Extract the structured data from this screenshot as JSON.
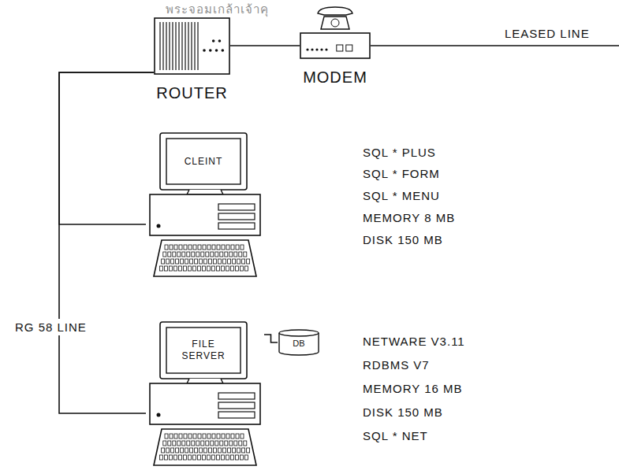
{
  "diagram": {
    "nodes": [
      {
        "text": [
          "ROUTER"
        ]
      },
      {
        "text": [
          "MODEM"
        ]
      },
      {
        "text": [
          "CLEINT"
        ]
      },
      {
        "text": [
          "FILE SERVER"
        ]
      },
      {
        "text": [
          "DB"
        ]
      }
    ],
    "edges": [
      {
        "from": 0,
        "to": 1,
        "arrow": "none"
      },
      {
        "from": 0,
        "to": 2,
        "arrow": "none"
      },
      {
        "from": 0,
        "to": 3,
        "arrow": "none"
      },
      {
        "from": 3,
        "to": 4,
        "arrow": "none"
      }
    ],
    "labels": [
      "พระจอมเกล้าเจ้าคุ",
      "LEASED LINE",
      "SQL * PLUS",
      "SQL * FORM",
      "SQL * MENU",
      "MEMORY 8 MB",
      "DISK 150 MB",
      "RG 58 LINE",
      "NETWARE V3.11",
      "RDBMS V7",
      "MEMORY 16 MB",
      "DISK 150 MB",
      "SQL * NET"
    ]
  }
}
